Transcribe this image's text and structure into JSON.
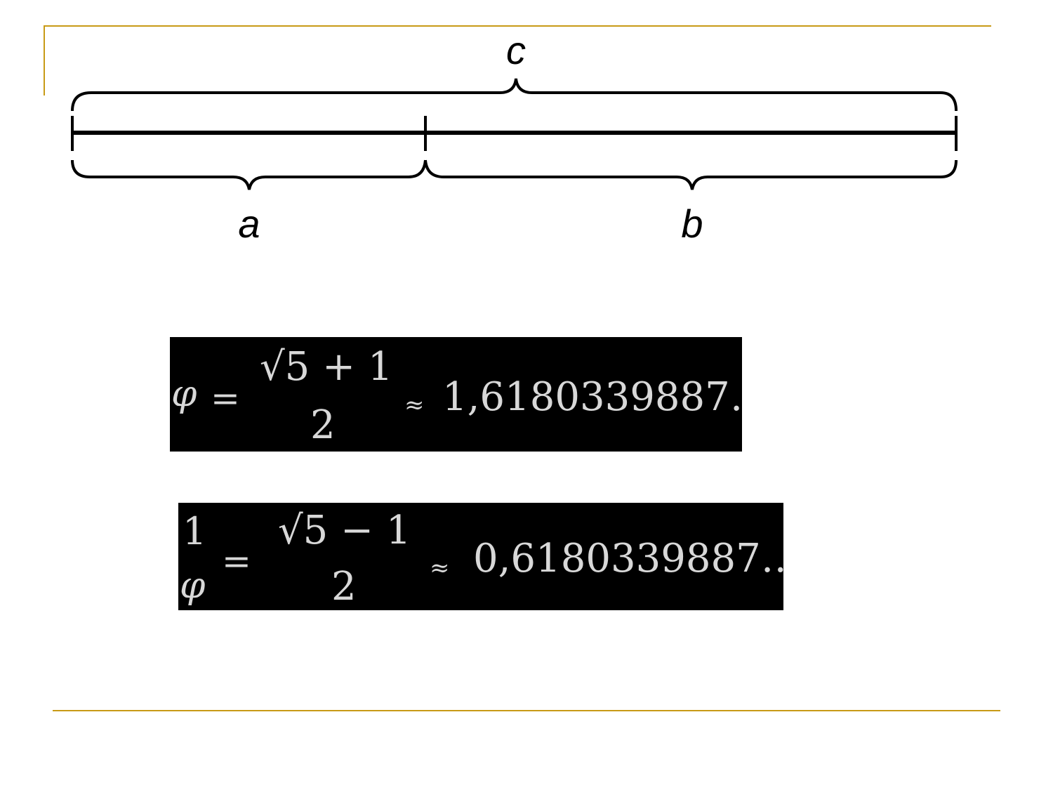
{
  "diagram": {
    "label_whole": "c",
    "label_left": "a",
    "label_right": "b"
  },
  "formula_phi": {
    "lhs": "φ",
    "equals": "=",
    "numerator": "√5 + 1",
    "denominator": "2",
    "approx": "≈",
    "value": "1,6180339887…"
  },
  "formula_inverse": {
    "lhs_numerator": "1",
    "lhs_denominator": "φ",
    "equals": "=",
    "numerator": "√5 − 1",
    "denominator": "2",
    "approx": "≈",
    "value": "0,6180339887…"
  },
  "colors": {
    "accent_rule": "#c89a16",
    "formula_background": "#000000",
    "formula_text": "#d8d8d8"
  }
}
